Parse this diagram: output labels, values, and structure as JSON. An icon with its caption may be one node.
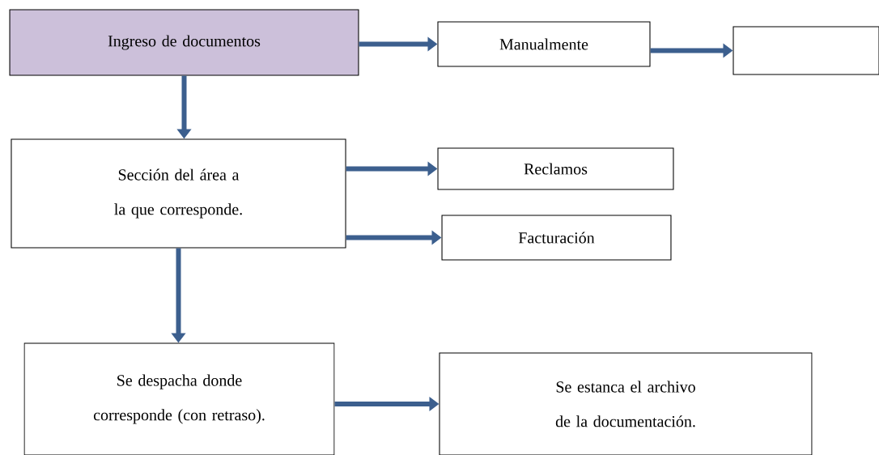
{
  "diagram": {
    "nodes": [
      {
        "text": [
          "Ingreso de documentos"
        ]
      },
      {
        "text": [
          "Manualmente"
        ]
      },
      {
        "text": [],
        "shape": "box"
      },
      {
        "text": [
          "Sección del área a la que corresponde."
        ]
      },
      {
        "text": [
          "Reclamos"
        ]
      },
      {
        "text": [
          "Facturación"
        ]
      },
      {
        "text": [
          "Se despacha donde corresponde (con retraso)."
        ]
      },
      {
        "text": [
          "Se estanca el archivo de la documentación."
        ]
      }
    ],
    "edges": [
      {
        "from": 0,
        "to": 1,
        "arrow": "to"
      },
      {
        "from": 1,
        "to": 2,
        "arrow": "to"
      },
      {
        "from": 0,
        "to": 3,
        "arrow": "to"
      },
      {
        "from": 3,
        "to": 4,
        "arrow": "to"
      },
      {
        "from": 3,
        "to": 5,
        "arrow": "to"
      },
      {
        "from": 3,
        "to": 6,
        "arrow": "to"
      },
      {
        "from": 6,
        "to": 7,
        "arrow": "to"
      }
    ]
  }
}
